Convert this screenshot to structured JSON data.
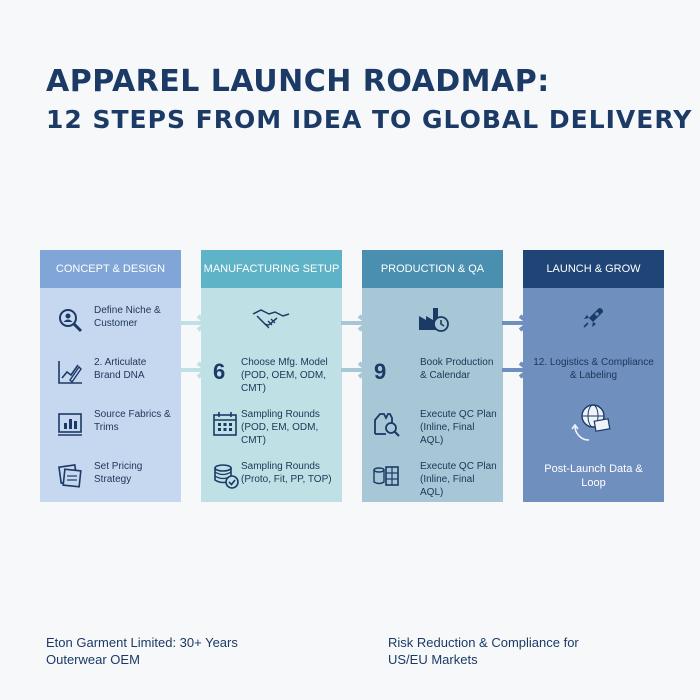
{
  "title": {
    "line1": "APPAREL LAUNCH ROADMAP:",
    "line2": "12 STEPS FROM IDEA TO GLOBAL DELIVERY"
  },
  "columns": [
    {
      "header": "CONCEPT & DESIGN",
      "items": [
        {
          "icon": "search-person-icon",
          "text": "Define Niche & Customer"
        },
        {
          "icon": "chart-pencil-icon",
          "text": "2. Articulate Brand DNA"
        },
        {
          "icon": "bar-chart-icon",
          "text": "Source Fabrics & Trims"
        },
        {
          "icon": "price-tags-icon",
          "text": "Set Pricing Strategy"
        }
      ]
    },
    {
      "header": "MANUFACTURING SETUP",
      "items": [
        {
          "icon": "handshake-icon",
          "text": ""
        },
        {
          "number": "6",
          "text": "Choose Mfg. Model (POD, OEM, ODM, CMT)"
        },
        {
          "icon": "calendar-icon",
          "text": "Sampling Rounds (POD, EM, ODM, CMT)"
        },
        {
          "icon": "coins-check-icon",
          "text": "Sampling Rounds (Proto, Fit, PP, TOP)"
        }
      ]
    },
    {
      "header": "PRODUCTION & QA",
      "items": [
        {
          "icon": "factory-clock-icon",
          "text": ""
        },
        {
          "number": "9",
          "text": "Book Production & Calendar"
        },
        {
          "icon": "jacket-magnifier-icon",
          "text": "Execute QC Plan (Inline, Final AQL)"
        },
        {
          "icon": "calculator-icon",
          "text": "Execute QC Plan (Inline, Final AQL)"
        }
      ]
    },
    {
      "header": "LAUNCH & GROW",
      "items": [
        {
          "icon": "rocket-icon",
          "text": ""
        },
        {
          "text": "12. Logistics & Compliance & Labeling"
        },
        {
          "icon": "globe-loop-icon",
          "text": ""
        },
        {
          "text": "Post-Launch Data & Loop"
        }
      ]
    }
  ],
  "footer": {
    "left": "Eton Garment Limited: 30+ Years Outerwear OEM",
    "right": "Risk Reduction & Compliance for US/EU Markets"
  },
  "colors": {
    "title": "#1b3a66",
    "col1_header": "#7fa6d6",
    "col2_header": "#5fb3c6",
    "col3_header": "#4a8fb0",
    "col4_header": "#1f4577"
  }
}
